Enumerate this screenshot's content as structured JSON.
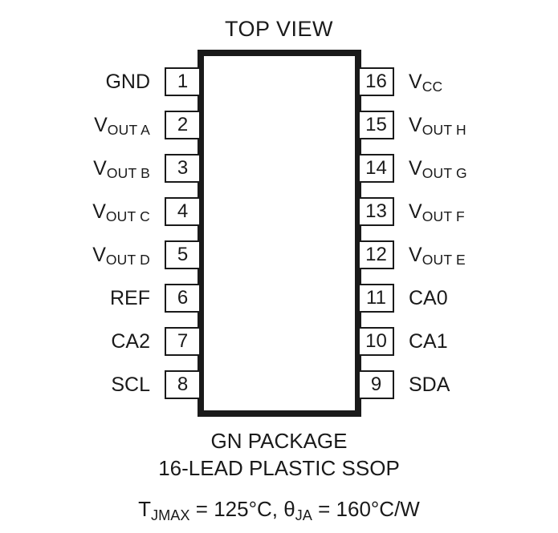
{
  "diagram": {
    "title": "TOP VIEW",
    "package_outline_color": "#1a1a1a",
    "background_color": "#ffffff",
    "pins_left": [
      {
        "number": "1",
        "label_main": "GND",
        "label_sub": ""
      },
      {
        "number": "2",
        "label_main": "V",
        "label_sub": "OUT A"
      },
      {
        "number": "3",
        "label_main": "V",
        "label_sub": "OUT B"
      },
      {
        "number": "4",
        "label_main": "V",
        "label_sub": "OUT C"
      },
      {
        "number": "5",
        "label_main": "V",
        "label_sub": "OUT D"
      },
      {
        "number": "6",
        "label_main": "REF",
        "label_sub": ""
      },
      {
        "number": "7",
        "label_main": "CA2",
        "label_sub": ""
      },
      {
        "number": "8",
        "label_main": "SCL",
        "label_sub": ""
      }
    ],
    "pins_right": [
      {
        "number": "16",
        "label_main": "V",
        "label_sub": "CC"
      },
      {
        "number": "15",
        "label_main": "V",
        "label_sub": "OUT H"
      },
      {
        "number": "14",
        "label_main": "V",
        "label_sub": "OUT G"
      },
      {
        "number": "13",
        "label_main": "V",
        "label_sub": "OUT F"
      },
      {
        "number": "12",
        "label_main": "V",
        "label_sub": "OUT E"
      },
      {
        "number": "11",
        "label_main": "CA0",
        "label_sub": ""
      },
      {
        "number": "10",
        "label_main": "CA1",
        "label_sub": ""
      },
      {
        "number": "9",
        "label_main": "SDA",
        "label_sub": ""
      }
    ],
    "caption": {
      "package_name": "GN PACKAGE",
      "package_desc": "16-LEAD PLASTIC SSOP",
      "thermal_prefix": "T",
      "thermal_sub1": "JMAX",
      "thermal_mid": " = 125°C, θ",
      "thermal_sub2": "JA",
      "thermal_suffix": " = 160°C/W"
    }
  }
}
